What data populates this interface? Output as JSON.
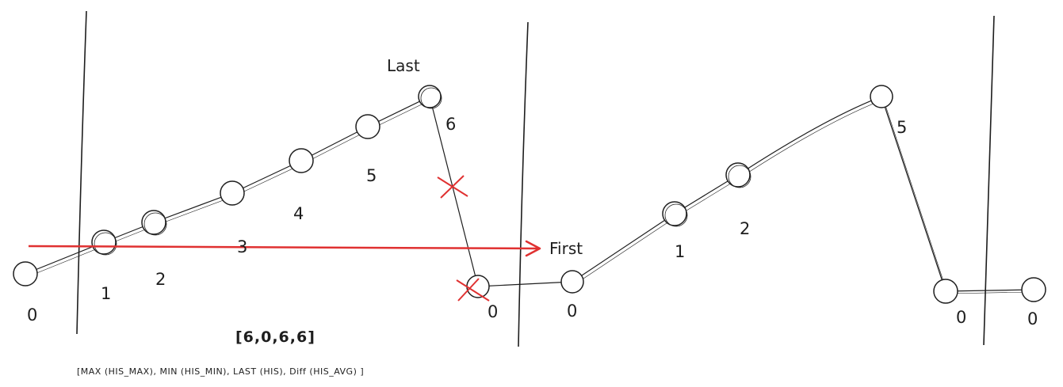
{
  "colors": {
    "ink": "#1e1e1e",
    "accent": "#e03131"
  },
  "labels": {
    "last": "Last",
    "first": "First",
    "vector": "[6,0,6,6]",
    "formula": "[MAX (HIS_MAX), MIN (HIS_MIN), LAST (HIS), Diff (HIS_AVG) ]"
  },
  "numbers": {
    "w1_0": "0",
    "w1_1": "1",
    "w1_2": "2",
    "w1_3": "3",
    "w1_4": "4",
    "w1_5": "5",
    "w1_6": "6",
    "w2_0": "0",
    "w2_0b": "0",
    "w2_1": "1",
    "w2_2": "2",
    "w2_5": "5",
    "w3_0": "0",
    "w3_0b": "0"
  }
}
